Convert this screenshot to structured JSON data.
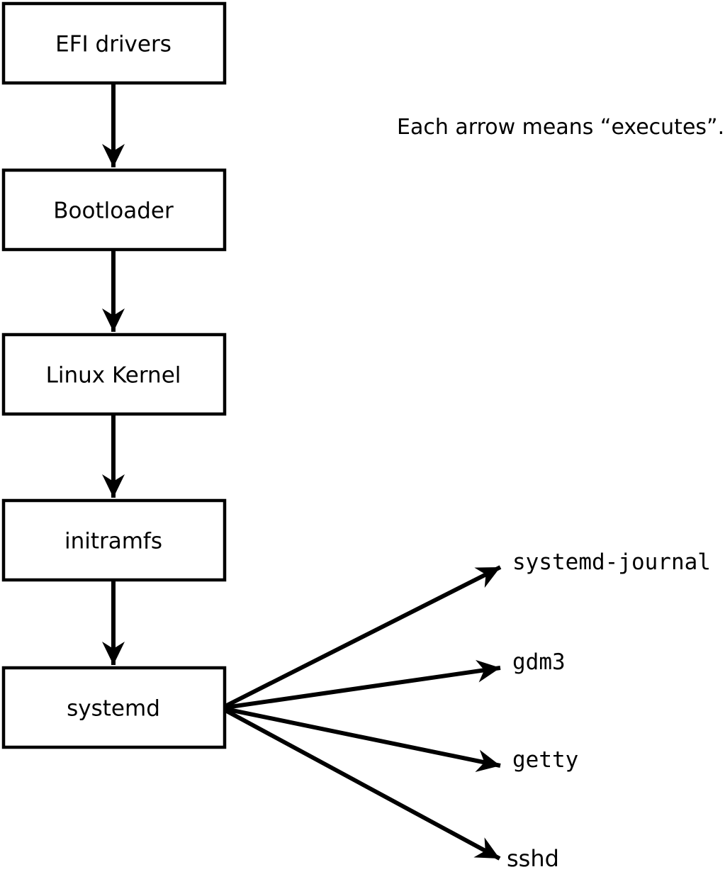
{
  "diagram": {
    "note": "Each arrow means “executes”.",
    "arrow_semantics": "executes",
    "boot_chain": [
      {
        "label": "EFI drivers"
      },
      {
        "label": "Bootloader"
      },
      {
        "label": "Linux Kernel"
      },
      {
        "label": "initramfs"
      },
      {
        "label": "systemd"
      }
    ],
    "spawned_services": [
      {
        "label": "systemd-journal"
      },
      {
        "label": "gdm3"
      },
      {
        "label": "getty"
      },
      {
        "label": "sshd"
      }
    ],
    "colors": {
      "background": "#ffffff",
      "box_fill": "#ffffff",
      "stroke": "#000000",
      "text": "#000000"
    }
  }
}
